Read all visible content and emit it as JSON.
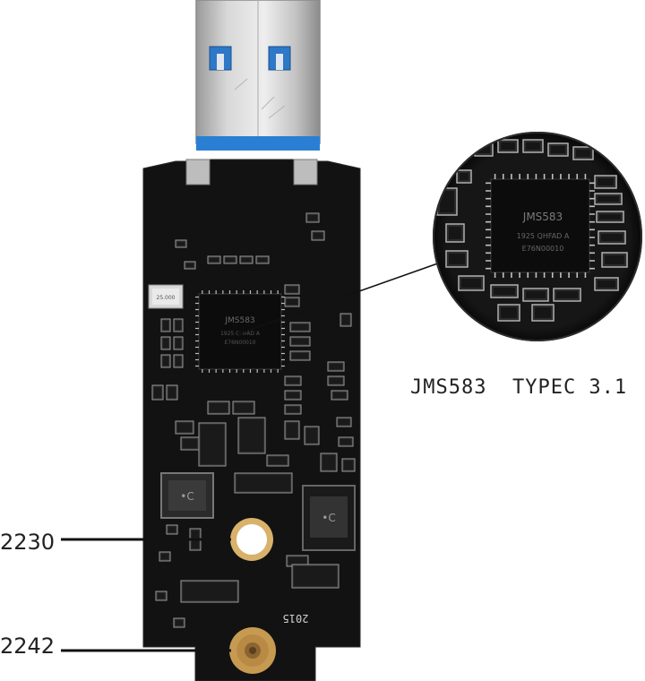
{
  "caption": "JMS583  TYPEC 3.1",
  "mount_labels": {
    "m2230": "2230",
    "m2242": "2242"
  },
  "chip": {
    "brand": "JMS583",
    "line1": "1925 QHFAD A",
    "line2": "E76N00010"
  },
  "crystal_marking": "25.000",
  "board_year": "2015",
  "colors": {
    "pcb": "#121212",
    "usb_metal": "#c9c9c9",
    "usb_insulator": "#2a7fd4",
    "gold": "#d8b26a"
  }
}
